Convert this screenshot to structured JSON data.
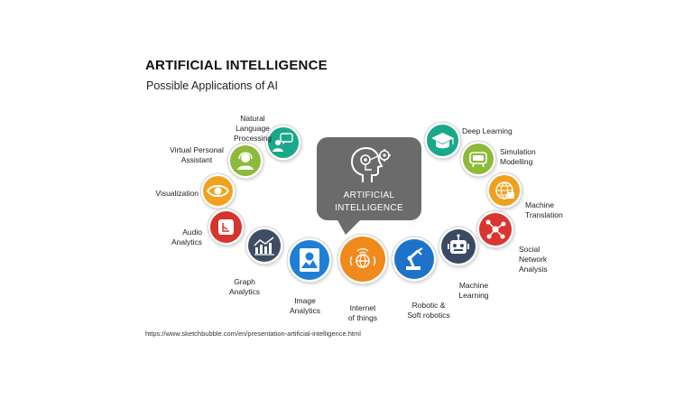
{
  "header": {
    "title": "ARTIFICIAL INTELLIGENCE",
    "subtitle": "Possible Applications of AI"
  },
  "center": {
    "line1": "ARTIFICIAL",
    "line2": "INTELLIGENCE",
    "color": "#6b6b6b"
  },
  "nodes": [
    {
      "id": "nlp",
      "lines": [
        "Natural",
        "Language",
        "Processing"
      ],
      "color": "#1aa88a",
      "icon": "chat-person-icon"
    },
    {
      "id": "vpa",
      "lines": [
        "Virtual Personal",
        "Assistant"
      ],
      "color": "#8dba3a",
      "icon": "assistant-headset-icon"
    },
    {
      "id": "vis",
      "lines": [
        "Visualization"
      ],
      "color": "#f2a11e",
      "icon": "eye-icon"
    },
    {
      "id": "audio",
      "lines": [
        "Audio",
        "Analytics"
      ],
      "color": "#d7342c",
      "icon": "audio-icon"
    },
    {
      "id": "graph",
      "lines": [
        "Graph",
        "Analytics"
      ],
      "color": "#3f4d63",
      "icon": "graph-chart-icon"
    },
    {
      "id": "image",
      "lines": [
        "Image",
        "Analytics"
      ],
      "color": "#1f7fd6",
      "icon": "image-analysis-icon"
    },
    {
      "id": "iot",
      "lines": [
        "Internet",
        "of things"
      ],
      "color": "#f08a1c",
      "icon": "globe-signal-icon"
    },
    {
      "id": "robotic",
      "lines": [
        "Robotic &",
        "Soft robotics"
      ],
      "color": "#1e73c8",
      "icon": "robot-arm-icon"
    },
    {
      "id": "ml",
      "lines": [
        "Machine",
        "Learning"
      ],
      "color": "#3a4a64",
      "icon": "robot-head-icon"
    },
    {
      "id": "sna",
      "lines": [
        "Social",
        "Network",
        "Analysis"
      ],
      "color": "#d8362f",
      "icon": "network-icon"
    },
    {
      "id": "mt",
      "lines": [
        "Machine",
        "Translation"
      ],
      "color": "#f0a01f",
      "icon": "translation-globe-icon"
    },
    {
      "id": "sim",
      "lines": [
        "Simulation",
        "Modelling"
      ],
      "color": "#8dba3a",
      "icon": "simulation-icon"
    },
    {
      "id": "dl",
      "lines": [
        "Deep Learning"
      ],
      "color": "#1aa88a",
      "icon": "graduation-cap-icon"
    }
  ],
  "source_url": "https://www.sketchbubble.com/en/presentation-artificial-intelligence.html"
}
